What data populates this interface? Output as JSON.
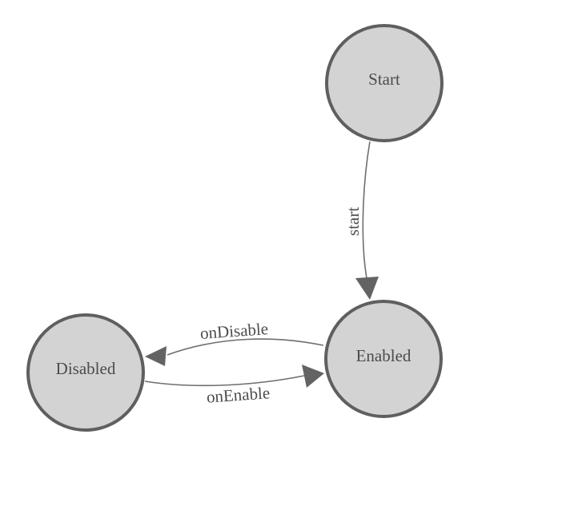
{
  "diagram": {
    "type": "state-machine",
    "background_color": "#ffffff",
    "node_fill_color": "#d3d3d3",
    "node_border_color": "#5f5f5f",
    "edge_color": "#6e6e6e",
    "arrow_color": "#636363",
    "label_color": "#4c4c4c",
    "nodes": [
      {
        "id": "start",
        "label": "Start"
      },
      {
        "id": "enabled",
        "label": "Enabled"
      },
      {
        "id": "disabled",
        "label": "Disabled"
      }
    ],
    "edges": [
      {
        "from": "Start",
        "to": "Enabled",
        "label": "start"
      },
      {
        "from": "Enabled",
        "to": "Disabled",
        "label": "onDisable"
      },
      {
        "from": "Disabled",
        "to": "Enabled",
        "label": "onEnable"
      }
    ]
  }
}
